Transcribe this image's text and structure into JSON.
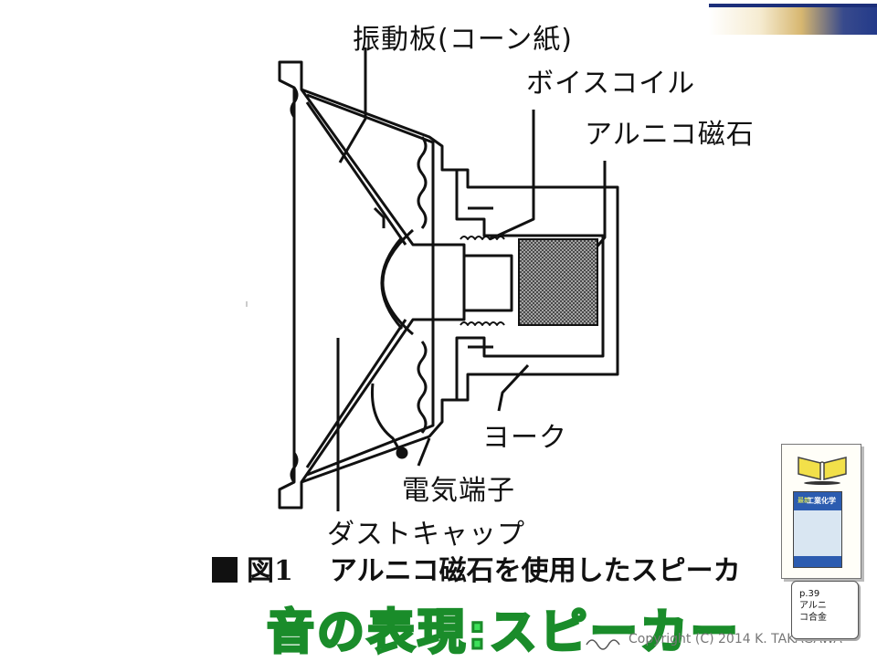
{
  "labels": {
    "diaphragm": "振動板(コーン紙)",
    "voice_coil": "ボイスコイル",
    "alnico_magnet": "アルニコ磁石",
    "yoke": "ヨーク",
    "terminal": "電気端子",
    "dust_cap": "ダストキャップ"
  },
  "caption": {
    "figure_number": "図1",
    "text": "アルニコ磁石を使用したスピーカ"
  },
  "slide_title": "音の表現:スピーカー",
  "copyright": "Copyright (C) 2014  K.  TAKAGAWA",
  "reference_note": {
    "page": "p.39",
    "line1": "アルニ",
    "line2": "コ合金"
  },
  "book": {
    "title": "工業化学",
    "series": "最新"
  },
  "icons": [
    "open-book-icon",
    "sound-wave-icon"
  ]
}
